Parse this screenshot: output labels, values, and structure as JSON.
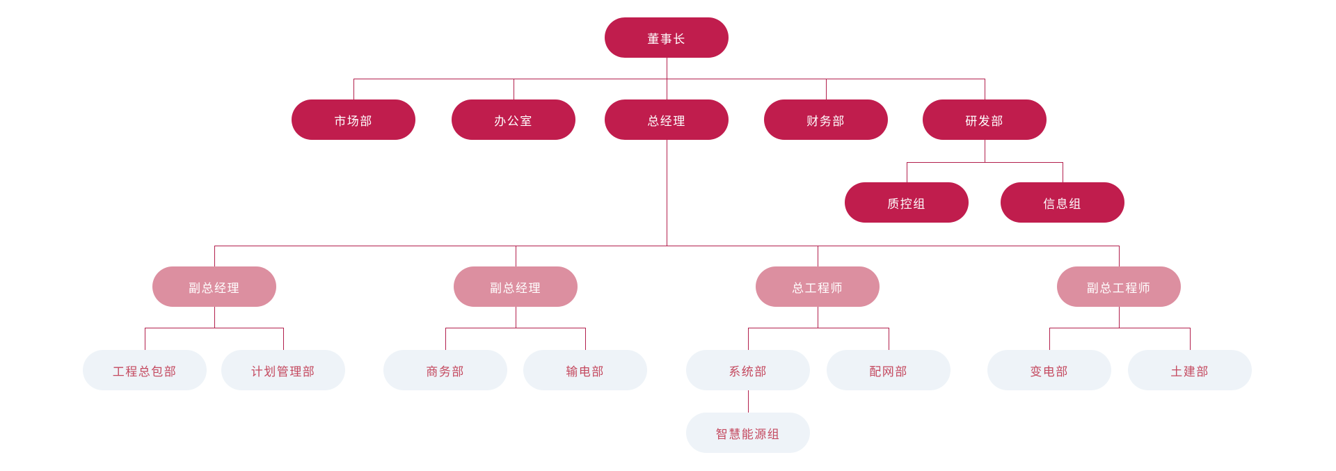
{
  "diagram": {
    "type": "org-chart",
    "colors": {
      "primary": "#c01d4d",
      "secondary": "#dc8fa0",
      "leaf_bg": "#eef3f8",
      "leaf_text": "#c4495f",
      "line": "#b21f4c",
      "text_on_dark": "#ffffff",
      "canvas_bg": "#ffffff"
    },
    "nodes": {
      "chairman": {
        "label": "董事长",
        "level": "primary"
      },
      "marketing": {
        "label": "市场部",
        "level": "primary"
      },
      "office": {
        "label": "办公室",
        "level": "primary"
      },
      "general_manager": {
        "label": "总经理",
        "level": "primary"
      },
      "finance": {
        "label": "财务部",
        "level": "primary"
      },
      "rnd": {
        "label": "研发部",
        "level": "primary"
      },
      "quality_control": {
        "label": "质控组",
        "level": "primary"
      },
      "information": {
        "label": "信息组",
        "level": "primary"
      },
      "deputy_gm_1": {
        "label": "副总经理",
        "level": "secondary"
      },
      "deputy_gm_2": {
        "label": "副总经理",
        "level": "secondary"
      },
      "chief_engineer": {
        "label": "总工程师",
        "level": "secondary"
      },
      "deputy_chief_engineer": {
        "label": "副总工程师",
        "level": "secondary"
      },
      "epc": {
        "label": "工程总包部",
        "level": "leaf"
      },
      "planning": {
        "label": "计划管理部",
        "level": "leaf"
      },
      "commerce": {
        "label": "商务部",
        "level": "leaf"
      },
      "transmission": {
        "label": "输电部",
        "level": "leaf"
      },
      "system": {
        "label": "系统部",
        "level": "leaf"
      },
      "distribution_network": {
        "label": "配网部",
        "level": "leaf"
      },
      "substation": {
        "label": "变电部",
        "level": "leaf"
      },
      "civil_engineering": {
        "label": "土建部",
        "level": "leaf"
      },
      "smart_energy": {
        "label": "智慧能源组",
        "level": "leaf"
      }
    },
    "edges": [
      [
        "chairman",
        "marketing"
      ],
      [
        "chairman",
        "office"
      ],
      [
        "chairman",
        "general_manager"
      ],
      [
        "chairman",
        "finance"
      ],
      [
        "chairman",
        "rnd"
      ],
      [
        "rnd",
        "quality_control"
      ],
      [
        "rnd",
        "information"
      ],
      [
        "general_manager",
        "deputy_gm_1"
      ],
      [
        "general_manager",
        "deputy_gm_2"
      ],
      [
        "general_manager",
        "chief_engineer"
      ],
      [
        "general_manager",
        "deputy_chief_engineer"
      ],
      [
        "deputy_gm_1",
        "epc"
      ],
      [
        "deputy_gm_1",
        "planning"
      ],
      [
        "deputy_gm_2",
        "commerce"
      ],
      [
        "deputy_gm_2",
        "transmission"
      ],
      [
        "chief_engineer",
        "system"
      ],
      [
        "chief_engineer",
        "distribution_network"
      ],
      [
        "deputy_chief_engineer",
        "substation"
      ],
      [
        "deputy_chief_engineer",
        "civil_engineering"
      ],
      [
        "system",
        "smart_energy"
      ]
    ]
  }
}
